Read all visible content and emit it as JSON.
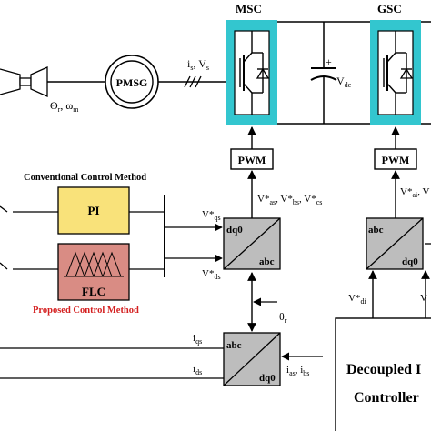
{
  "converters": {
    "msc_label": "MSC",
    "gsc_label": "GSC",
    "dc_voltage": "V",
    "dc_voltage_sub": "dc",
    "plus_sign": "+"
  },
  "generator": {
    "label": "PMSG",
    "stator_signals": {
      "i": "i",
      "i_sub": "s",
      "sep": ", V",
      "v_sub": "s"
    },
    "rotor_signals": {
      "theta": "Θ",
      "theta_sub": "r",
      "sep": ", ω",
      "omega_sub": "m"
    }
  },
  "pwm_blocks": {
    "msc_label": "PWM",
    "gsc_label": "PWM"
  },
  "methods": {
    "conventional_label": "Conventional Control Method",
    "proposed_label": "Proposed Control Method",
    "pi_label": "PI",
    "flc_label": "FLC",
    "proposed_color": "#d42020",
    "pi_fill": "#f9e27a",
    "flc_fill": "#d98c84"
  },
  "transforms": {
    "msc_inverse": {
      "top_label": "dq0",
      "bottom_label": "abc"
    },
    "feedback": {
      "top_label": "abc",
      "bottom_label": "dq0"
    },
    "gsc_inverse": {
      "top_label": "abc",
      "bottom_label": "dq0"
    }
  },
  "signals": {
    "vqs": {
      "base": "V*",
      "sub": "qs"
    },
    "vds": {
      "base": "V*",
      "sub": "ds"
    },
    "vabc": {
      "a": "V*",
      "a_sub": "as",
      "b": ", V*",
      "b_sub": "bs",
      "c": ", V*",
      "c_sub": "cs"
    },
    "theta_r": {
      "base": "θ",
      "sub": "r"
    },
    "iqs": {
      "base": "i",
      "sub": "qs"
    },
    "ids": {
      "base": "i",
      "sub": "ds"
    },
    "ias_ibs": {
      "a": "i",
      "a_sub": "as",
      "b": ", i",
      "b_sub": "bs"
    },
    "vai": {
      "base": "V*",
      "sub": "ai",
      "tail": ", V"
    },
    "vdi": {
      "base": "V*",
      "sub": "di"
    },
    "v_right": {
      "base": "V"
    }
  },
  "controller_box": {
    "line1": "Decoupled I",
    "line2": "Controller"
  },
  "colors": {
    "converter_fill": "#33c6cf",
    "transform_fill": "#bdbdbd"
  }
}
